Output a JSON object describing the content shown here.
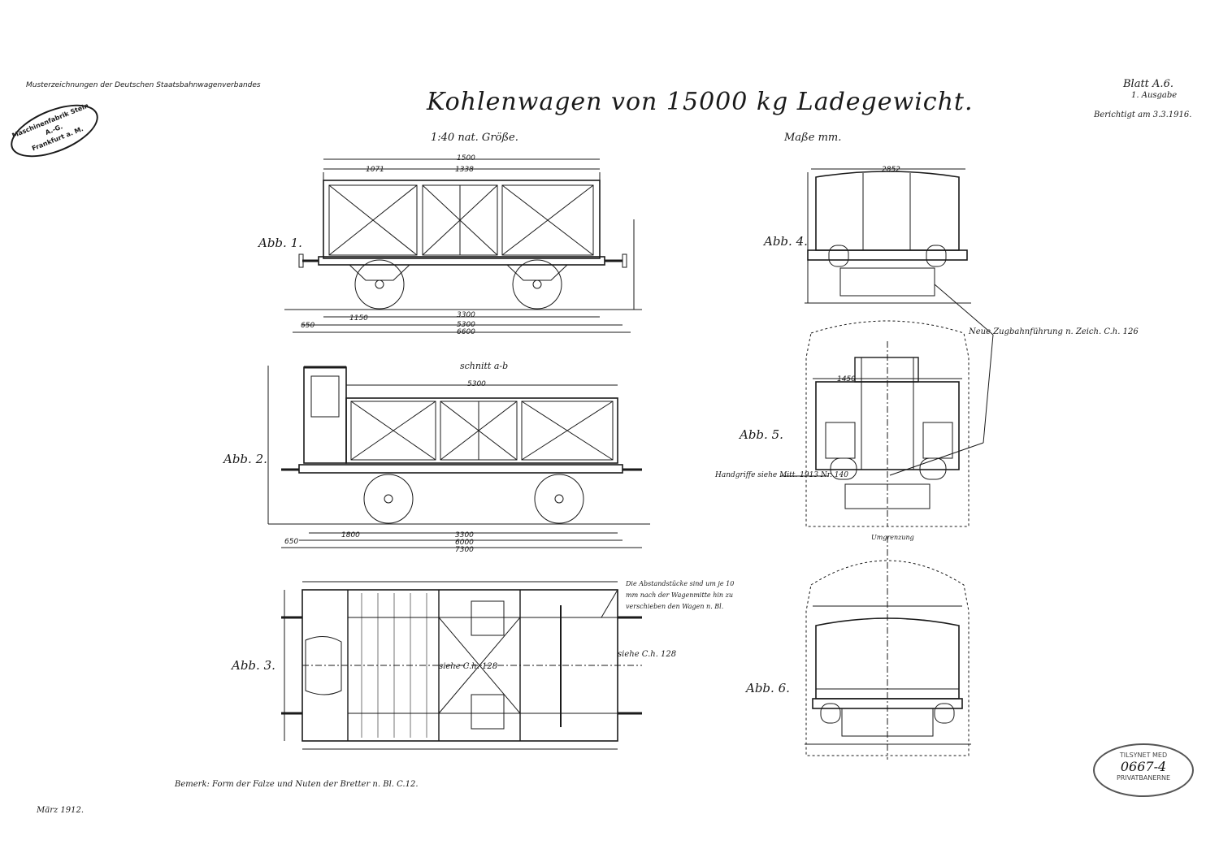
{
  "header": {
    "series": "Musterzeichnungen der Deutschen Staatsbahnwagenverbandes",
    "title": "Kohlenwagen von 15000 kg Ladegewicht.",
    "scale": "1:40 nat. Größe.",
    "units": "Maße mm.",
    "sheet": "Blatt A.6.",
    "edition": "1. Ausgabe",
    "corrected": "Berichtigt am 3.3.1916."
  },
  "stamp_maker": {
    "line1": "Maschinenfabrik Stein",
    "line2": "A.-G.",
    "line3": "Frankfurt a. M."
  },
  "stamp_approval": {
    "top": "TILSYNET MED",
    "number": "0667-4",
    "bottom": "PRIVATBANERNE"
  },
  "figures": {
    "abb1": "Abb. 1.",
    "abb2": "Abb. 2.",
    "abb3": "Abb. 3.",
    "abb4": "Abb. 4.",
    "abb5": "Abb. 5.",
    "abb6": "Abb. 6."
  },
  "section_label": "schnitt a-b",
  "annotations": {
    "zugbahn": "Neue Zugbahnführung n. Zeich. C.h. 126",
    "handgriffe": "Handgriffe siehe Mitt. 1913 Nr. 140",
    "abstand": "Die Abstandstücke sind um je 10 mm nach der Wagenmitte hin zu verschieben den Wagen n. Bl.",
    "siehe1": "siehe C.h. 128",
    "siehe2": "siehe C.h. 128",
    "umgrenzung": "Umgrenzung",
    "bemerk": "Bemerk: Form der Falze und Nuten der Bretter n. Bl. C.12.",
    "date": "März 1912."
  },
  "dimensions": {
    "abb1_overall": [
      "1150",
      "3300",
      "5300",
      "6600",
      "650"
    ],
    "abb1_top": [
      "1500",
      "1338",
      "1071"
    ],
    "abb2_overall": [
      "1800",
      "3300",
      "6000",
      "7300",
      "650"
    ],
    "abb2_top": "5300",
    "abb4_width": "2852",
    "abb5_width": "1450"
  }
}
